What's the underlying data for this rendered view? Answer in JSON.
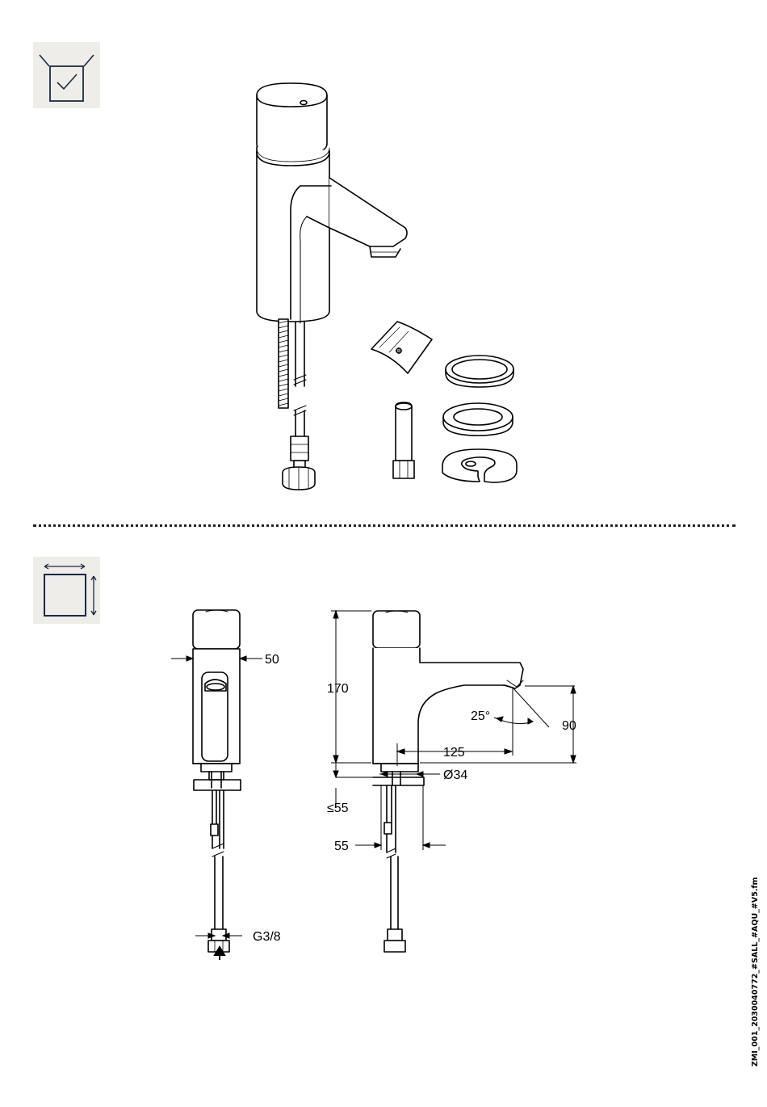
{
  "icons": {
    "scope_of_delivery": "box-check-icon",
    "dimensions": "dimension-square-icon"
  },
  "dimensions": {
    "body_width": "50",
    "height": "170",
    "spout_angle": "25°",
    "spout_clearance": "90",
    "spout_reach": "125",
    "hole_diameter": "Ø34",
    "max_deck_thickness": "≤55",
    "min_distance": "55",
    "connection_thread": "G3/8"
  },
  "document_ref": "ZMI_001_2030040772_#SALL_#AQU_#V5.fm",
  "colors": {
    "icon_bg": "#efede8",
    "line": "#000000"
  }
}
